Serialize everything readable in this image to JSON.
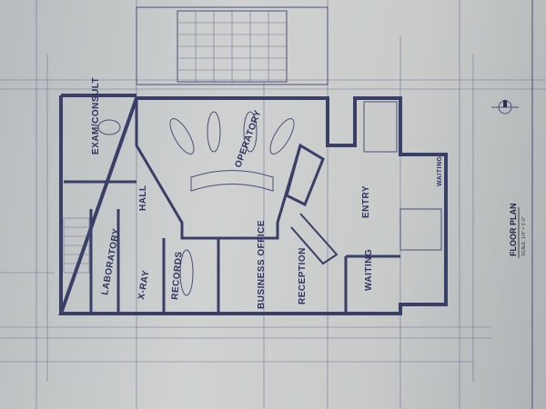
{
  "title_block": {
    "title": "FLOOR PLAN",
    "scale": "SCALE: 1/4\" = 1'-0\""
  },
  "rooms": [
    {
      "id": "exam",
      "label": "EXAM/CONSULT"
    },
    {
      "id": "operatory",
      "label": "OPERATORY"
    },
    {
      "id": "hall",
      "label": "HALL"
    },
    {
      "id": "laboratory",
      "label": "LABORATORY"
    },
    {
      "id": "xray",
      "label": "X-RAY"
    },
    {
      "id": "records",
      "label": "RECORDS"
    },
    {
      "id": "business",
      "label": "BUSINESS OFFICE"
    },
    {
      "id": "reception",
      "label": "RECEPTION"
    },
    {
      "id": "waiting",
      "label": "WAITING"
    },
    {
      "id": "entry",
      "label": "ENTRY"
    },
    {
      "id": "waiting2",
      "label": "WAITING"
    }
  ],
  "colors": {
    "paper": "#c9cccb",
    "ink": "#3a3f68"
  }
}
